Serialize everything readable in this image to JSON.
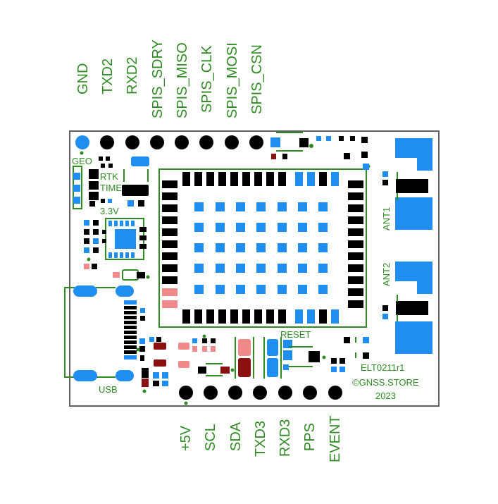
{
  "board": {
    "top_pins": [
      "GND",
      "TXD2",
      "RXD2",
      "SPIS_SDRY",
      "SPIS_MISO",
      "SPIS_CLK",
      "SPIS_MOSI",
      "SPIS_CSN"
    ],
    "bottom_pins": [
      "+5V",
      "SCL",
      "SDA",
      "TXD3",
      "RXD3",
      "PPS",
      "EVENT"
    ],
    "silkscreen": {
      "geo": "GEO",
      "rtk": "RTK",
      "time": "TIME",
      "v33": "3.3V",
      "ant1": "ANT1",
      "ant2": "ANT2",
      "usb": "USB",
      "reset": "RESET",
      "part": "ELT0211r1",
      "copyright": "©GNSS.STORE",
      "year": "2023"
    }
  },
  "colors": {
    "silk": "#2e8b22",
    "pad_blue": "#1f8ef1",
    "pad_black": "#000000",
    "pad_red": "#8b1010",
    "pad_pink": "#f08a8a",
    "outline": "#606060"
  }
}
